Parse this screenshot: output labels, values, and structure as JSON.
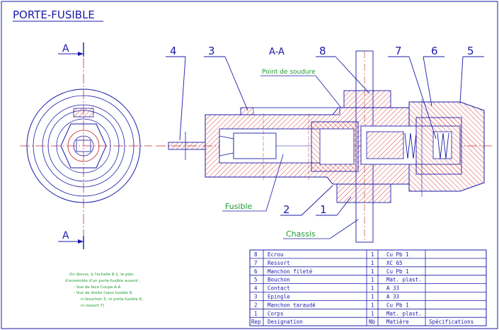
{
  "title": "PORTE-FUSIBLE",
  "view_label_top": "A",
  "view_label_bottom": "A",
  "section_label": "A-A",
  "callouts": [
    "4",
    "3",
    "8",
    "7",
    "6",
    "5",
    "2",
    "1"
  ],
  "annotations": {
    "weld": "Point de soudure",
    "fuse": "Fusible",
    "chassis": "Chassis"
  },
  "notes": [
    "On donne, à l'échelle 8:1, le plan",
    "d'ensemble d'un porte-fusible auvent :",
    "- Vue de face Coupe A-A",
    "- Vue de droite (sans fusible 9,",
    "ni bouchon 5, ni porte-fusible 6,",
    "ni ressort 7)"
  ],
  "table": {
    "headers": {
      "rep": "Rep",
      "designation": "Designation",
      "nb": "Nb",
      "matiere": "Matière",
      "spec": "Spécifications"
    },
    "rows": [
      {
        "rep": "8",
        "designation": "Ecrou",
        "nb": "1",
        "matiere": "Cu Pb 1"
      },
      {
        "rep": "7",
        "designation": "Ressort",
        "nb": "1",
        "matiere": "XC 65"
      },
      {
        "rep": "6",
        "designation": "Manchon fileté",
        "nb": "1",
        "matiere": "Cu Pb 1"
      },
      {
        "rep": "5",
        "designation": "Bouchon",
        "nb": "1",
        "matiere": "Mat. plast."
      },
      {
        "rep": "4",
        "designation": "Contact",
        "nb": "1",
        "matiere": "A 33"
      },
      {
        "rep": "3",
        "designation": "Epingle",
        "nb": "1",
        "matiere": "A 33"
      },
      {
        "rep": "2",
        "designation": "Manchon taraudé",
        "nb": "1",
        "matiere": "Cu Pb 1"
      },
      {
        "rep": "1",
        "designation": "Corps",
        "nb": "1",
        "matiere": "Mat. plast."
      }
    ]
  },
  "colors": {
    "outline": "#1a1aa8",
    "section": "#d02020",
    "hatch": "#d03030",
    "note": "#1f9b32",
    "center": "#c03030"
  }
}
